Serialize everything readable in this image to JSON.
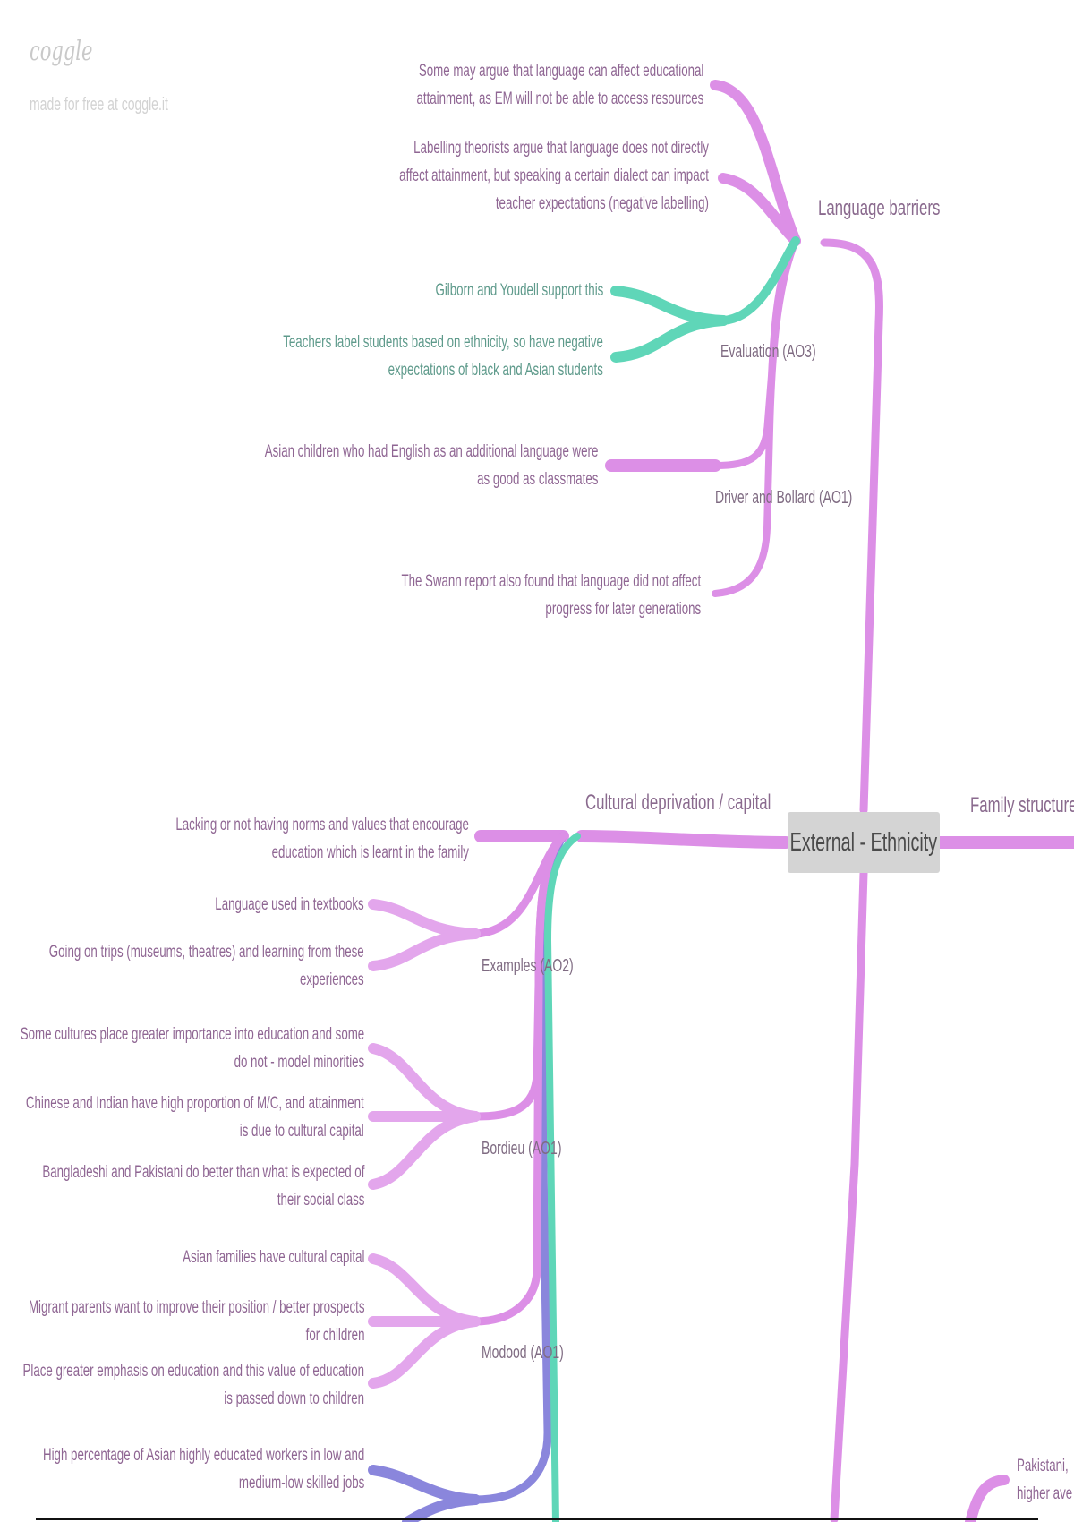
{
  "branding": {
    "logo": "coggle",
    "tagline": "made for free at coggle.it"
  },
  "colors": {
    "pink": "#dc8fe6",
    "teal": "#5fd6b8",
    "blue": "#8a86dc",
    "root_bg": "#d4d4d4"
  },
  "root": {
    "label": "External - Ethnicity"
  },
  "branches": {
    "language_barriers": {
      "label": "Language barriers",
      "items": [
        {
          "lines": [
            "Some may argue that language can affect educational",
            "attainment, as EM will not be able to access resources"
          ]
        },
        {
          "lines": [
            "Labelling theorists argue that language does not directly",
            "affect attainment, but speaking a certain dialect can impact",
            "teacher expectations (negative labelling)"
          ]
        }
      ],
      "evaluation": {
        "label": "Evaluation (AO3)",
        "items": [
          {
            "lines": [
              "Gilborn and Youdell support this"
            ]
          },
          {
            "lines": [
              "Teachers label students based on ethnicity, so have negative",
              "expectations of black and Asian students"
            ]
          }
        ]
      },
      "driver_bollard": {
        "label": "Driver and Bollard (AO1)",
        "items": [
          {
            "lines": [
              "Asian children who had English as an additional language were",
              "as good as classmates"
            ]
          }
        ]
      },
      "swann": {
        "lines": [
          "The Swann report also found that language did not affect",
          "progress for later generations"
        ]
      }
    },
    "cultural": {
      "label": "Cultural deprivation / capital",
      "definition": {
        "lines": [
          "Lacking or not having norms and values that encourage",
          "education which is learnt in the family"
        ]
      },
      "examples": {
        "label": "Examples (AO2)",
        "items": [
          {
            "lines": [
              "Language used in textbooks"
            ]
          },
          {
            "lines": [
              "Going on trips (museums, theatres) and learning from these",
              "experiences"
            ]
          }
        ]
      },
      "bordieu": {
        "label": "Bordieu (AO1)",
        "items": [
          {
            "lines": [
              "Some cultures place greater importance into education and some",
              "do not - model minorities"
            ]
          },
          {
            "lines": [
              "Chinese and Indian have high proportion of M/C, and attainment",
              "is due to cultural capital"
            ]
          },
          {
            "lines": [
              "Bangladeshi and Pakistani do better than what is expected of",
              "their social class"
            ]
          }
        ]
      },
      "modood": {
        "label": "Modood (AO1)",
        "items": [
          {
            "lines": [
              "Asian families have cultural capital"
            ]
          },
          {
            "lines": [
              "Migrant parents want to improve their position / better prospects",
              "for children"
            ]
          },
          {
            "lines": [
              "Place greater emphasis on education and this value of education",
              "is passed down to children"
            ]
          }
        ]
      },
      "workers": {
        "lines": [
          "High percentage of Asian highly educated workers in low and",
          "medium-low skilled jobs"
        ]
      }
    },
    "family": {
      "label": "Family structure",
      "partial": {
        "lines": [
          "Pakistani,",
          "higher ave"
        ]
      }
    }
  }
}
